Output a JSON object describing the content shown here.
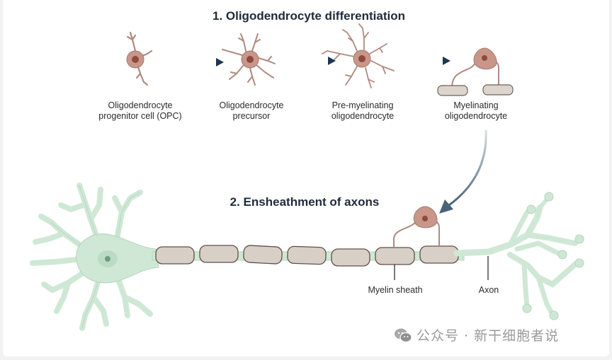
{
  "section1": {
    "title": "1.  Oligodendrocyte differentiation",
    "stages": [
      {
        "label_line1": "Oligodendrocyte",
        "label_line2": "progenitor cell (OPC)"
      },
      {
        "label_line1": "Oligodendrocyte",
        "label_line2": "precursor"
      },
      {
        "label_line1": "Pre-myelinating",
        "label_line2": "oligodendrocyte"
      },
      {
        "label_line1": "Myelinating",
        "label_line2": "oligodendrocyte"
      }
    ]
  },
  "section2": {
    "title": "2. Ensheathment of axons",
    "labels": {
      "myelin": "Myelin sheath",
      "axon": "Axon"
    }
  },
  "colors": {
    "cell_body": "#c9968a",
    "cell_outline": "#a47a6f",
    "nucleus": "#8e4a3c",
    "myelin_fill": "#d8cfc6",
    "myelin_outline": "#5e524b",
    "neuron_fill": "#cfe8d6",
    "neuron_outline": "#a9cbb3",
    "arrow": "#1f3552",
    "curved_arrow": "#4a6378"
  },
  "watermark": {
    "icon": "wechat-icon",
    "text": "公众号 · 新干细胞者说"
  }
}
